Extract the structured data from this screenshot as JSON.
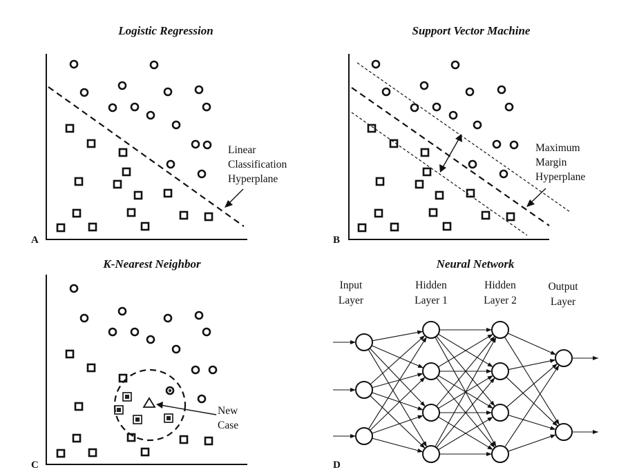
{
  "panels": {
    "a": {
      "letter": "A",
      "title": "Logistic Regression",
      "annotation": [
        "Linear",
        "Classification",
        "Hyperplane"
      ]
    },
    "b": {
      "letter": "B",
      "title": "Support Vector Machine",
      "annotation": [
        "Maximum",
        "Margin",
        "Hyperplane"
      ]
    },
    "c": {
      "letter": "C",
      "title": "K-Nearest Neighbor",
      "annotation": [
        "New",
        "Case"
      ]
    },
    "d": {
      "letter": "D",
      "title": "Neural Network",
      "layers": [
        {
          "label": [
            "Input",
            "Layer"
          ],
          "nodes": 3
        },
        {
          "label": [
            "Hidden",
            "Layer 1"
          ],
          "nodes": 4
        },
        {
          "label": [
            "Hidden",
            "Layer 2"
          ],
          "nodes": 4
        },
        {
          "label": [
            "Output",
            "Layer"
          ],
          "nodes": 2
        }
      ]
    }
  },
  "colors": {
    "ink": "#111111",
    "background": "#ffffff"
  }
}
